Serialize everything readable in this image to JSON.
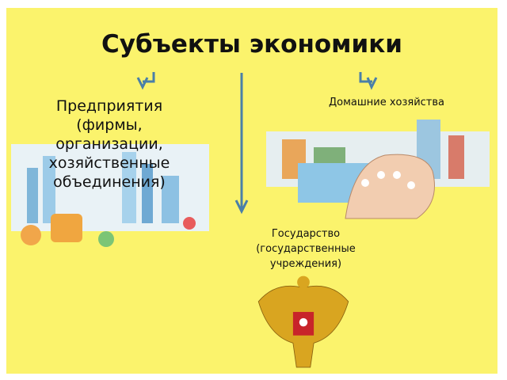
{
  "title": "Субъекты экономики",
  "enterprises": {
    "line1": "Предприятия",
    "line2": "(фирмы,",
    "line3": "организации,",
    "line4": "хозяйственные",
    "line5": "объединения)"
  },
  "households": {
    "label": "Домашние хозяйства"
  },
  "state": {
    "line1": "Государство",
    "line2": "(государственные",
    "line3": "учреждения)"
  },
  "colors": {
    "background": "#fbf36c",
    "arrow": "#4a7fa8"
  }
}
